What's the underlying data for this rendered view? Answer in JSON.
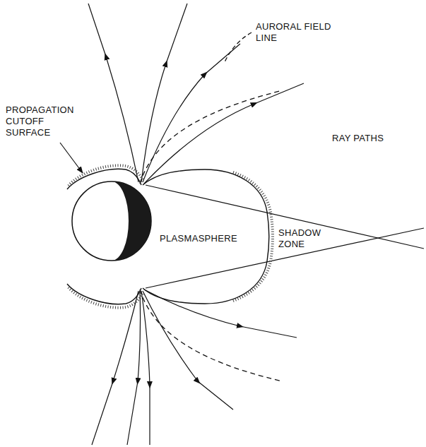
{
  "diagram": {
    "nodes": [
      {
        "text": [
          "PLASMASPHERE"
        ]
      }
    ],
    "labels": [
      "PROPAGATION CUTOFF SURFACE",
      "AURORAL FIELD LINE",
      "RAY PATHS",
      "SHADOW ZONE"
    ]
  }
}
